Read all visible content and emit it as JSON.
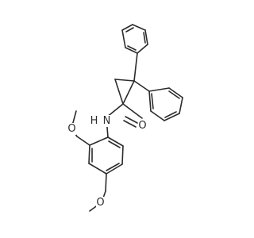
{
  "molecule": {
    "labels": {
      "nitrogen": "N",
      "hydrogen": "H",
      "carbonyl_oxygen": "O",
      "methoxy_oxygen_ortho": "O",
      "methoxy_oxygen_para": "O"
    }
  }
}
